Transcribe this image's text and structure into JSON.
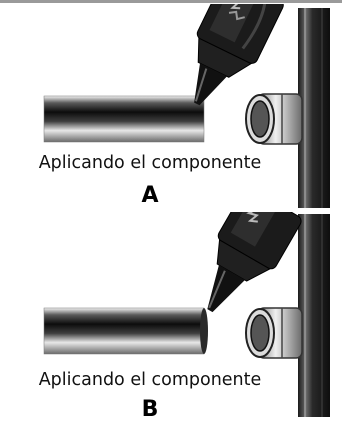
{
  "panels": [
    {
      "caption": "Aplicando el componente",
      "letter": "A"
    },
    {
      "caption": "Aplicando el componente",
      "letter": "B"
    }
  ]
}
